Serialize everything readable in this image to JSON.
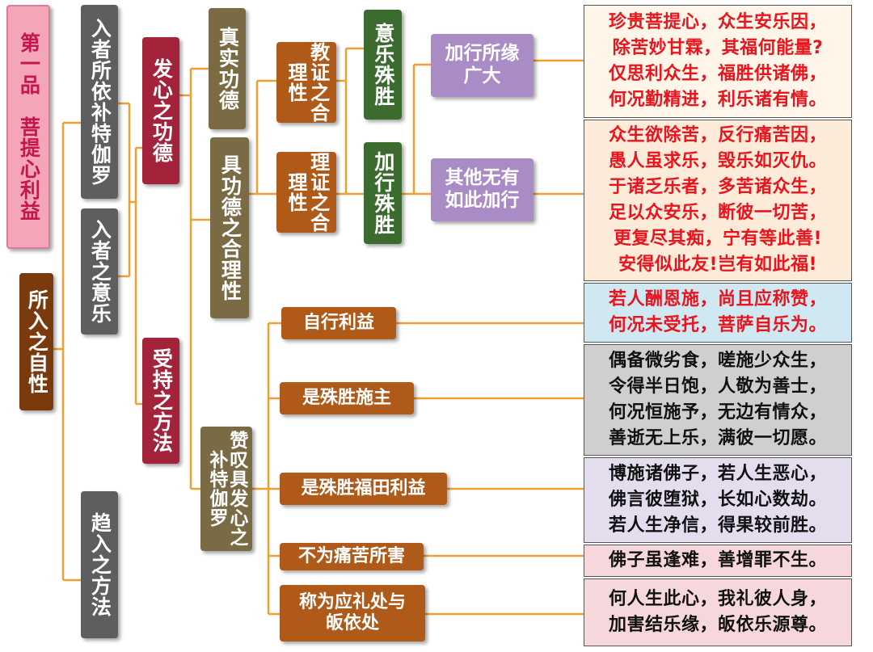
{
  "colors": {
    "connector": "#F0A030",
    "title_box": "#F4A6B8",
    "title_text": "#C4174B",
    "gray": "#5E5E5E",
    "maroon": "#A3243A",
    "olive": "#7A6B45",
    "brown": "#B05A1A",
    "green": "#3C6B30",
    "lavender": "#A98BC5",
    "verse_red": "#E8141E",
    "verse_black": "#111111"
  },
  "title": "第一品　菩提心利益",
  "level1": {
    "suo_ru": "所入之自性",
    "qu_ru": "趋入之方法"
  },
  "level2": {
    "ru_zhe_suo_yi": "入者所依补特伽罗",
    "ru_zhe_yi_le": "入者之意乐"
  },
  "level3": {
    "fa_xin": "发心之功德",
    "shou_chi": "受持之方法"
  },
  "level4": {
    "zhen_shi": "真实功德",
    "ju_gong_de": "具功德之合理性",
    "zan_tan": "赞叹具发心之补特伽罗"
  },
  "level5": {
    "jiao_zheng": "教证之合理性",
    "li_zheng": "理证之合理性",
    "zi_xing": "自行利益",
    "shi_shi_zhu": "是殊胜施主",
    "fu_tian": "是殊胜福田利益",
    "bu_wei": "不为痛苦所害",
    "cheng_wei": "称为应礼处与皈依处"
  },
  "level6": {
    "yi_le": "意乐殊胜",
    "jia_xing": "加行殊胜"
  },
  "level7": {
    "suo_yuan": "加行所缘广大",
    "qi_ta": "其他无有如此加行"
  },
  "verses": [
    {
      "bg": "#FFF5E8",
      "color": "#E8141E",
      "lines": [
        "珍贵菩提心，众生安乐因，",
        "除苦妙甘霖，其福何能量?",
        "仅思利众生，福胜供诸佛，",
        "何况勤精进，利乐诸有情。"
      ]
    },
    {
      "bg": "#FDEBD9",
      "color": "#E8141E",
      "lines": [
        "众生欲除苦，反行痛苦因，",
        "愚人虽求乐，毁乐如灭仇。",
        "于诸乏乐者，多苦诸众生，",
        "足以众安乐，断彼一切苦，",
        "更复尽其痴，宁有等此善!",
        "安得似此友!岂有如此福!"
      ]
    },
    {
      "bg": "#CFE8F2",
      "color": "#E8141E",
      "lines": [
        "若人酬恩施，尚且应称赞，",
        "何况未受托，菩萨自乐为。"
      ]
    },
    {
      "bg": "#CFCFCF",
      "color": "#111111",
      "lines": [
        "偶备微劣食，嗟施少众生，",
        "令得半日饱，人敬为善士，",
        "何况恒施予，无边有情众，",
        "善逝无上乐，满彼一切愿。"
      ]
    },
    {
      "bg": "#E4DDEE",
      "color": "#111111",
      "lines": [
        "博施诸佛子，若人生恶心，",
        "佛言彼堕狱，长如心数劫。",
        "若人生净信，得果较前胜。"
      ]
    },
    {
      "bg": "#F6D8DC",
      "color": "#111111",
      "lines": [
        "佛子虽逢难，善增罪不生。"
      ]
    },
    {
      "bg": "#F6D8DC",
      "color": "#111111",
      "lines": [
        "何人生此心，我礼彼人身，",
        "加害结乐缘，皈依乐源尊。"
      ]
    }
  ]
}
